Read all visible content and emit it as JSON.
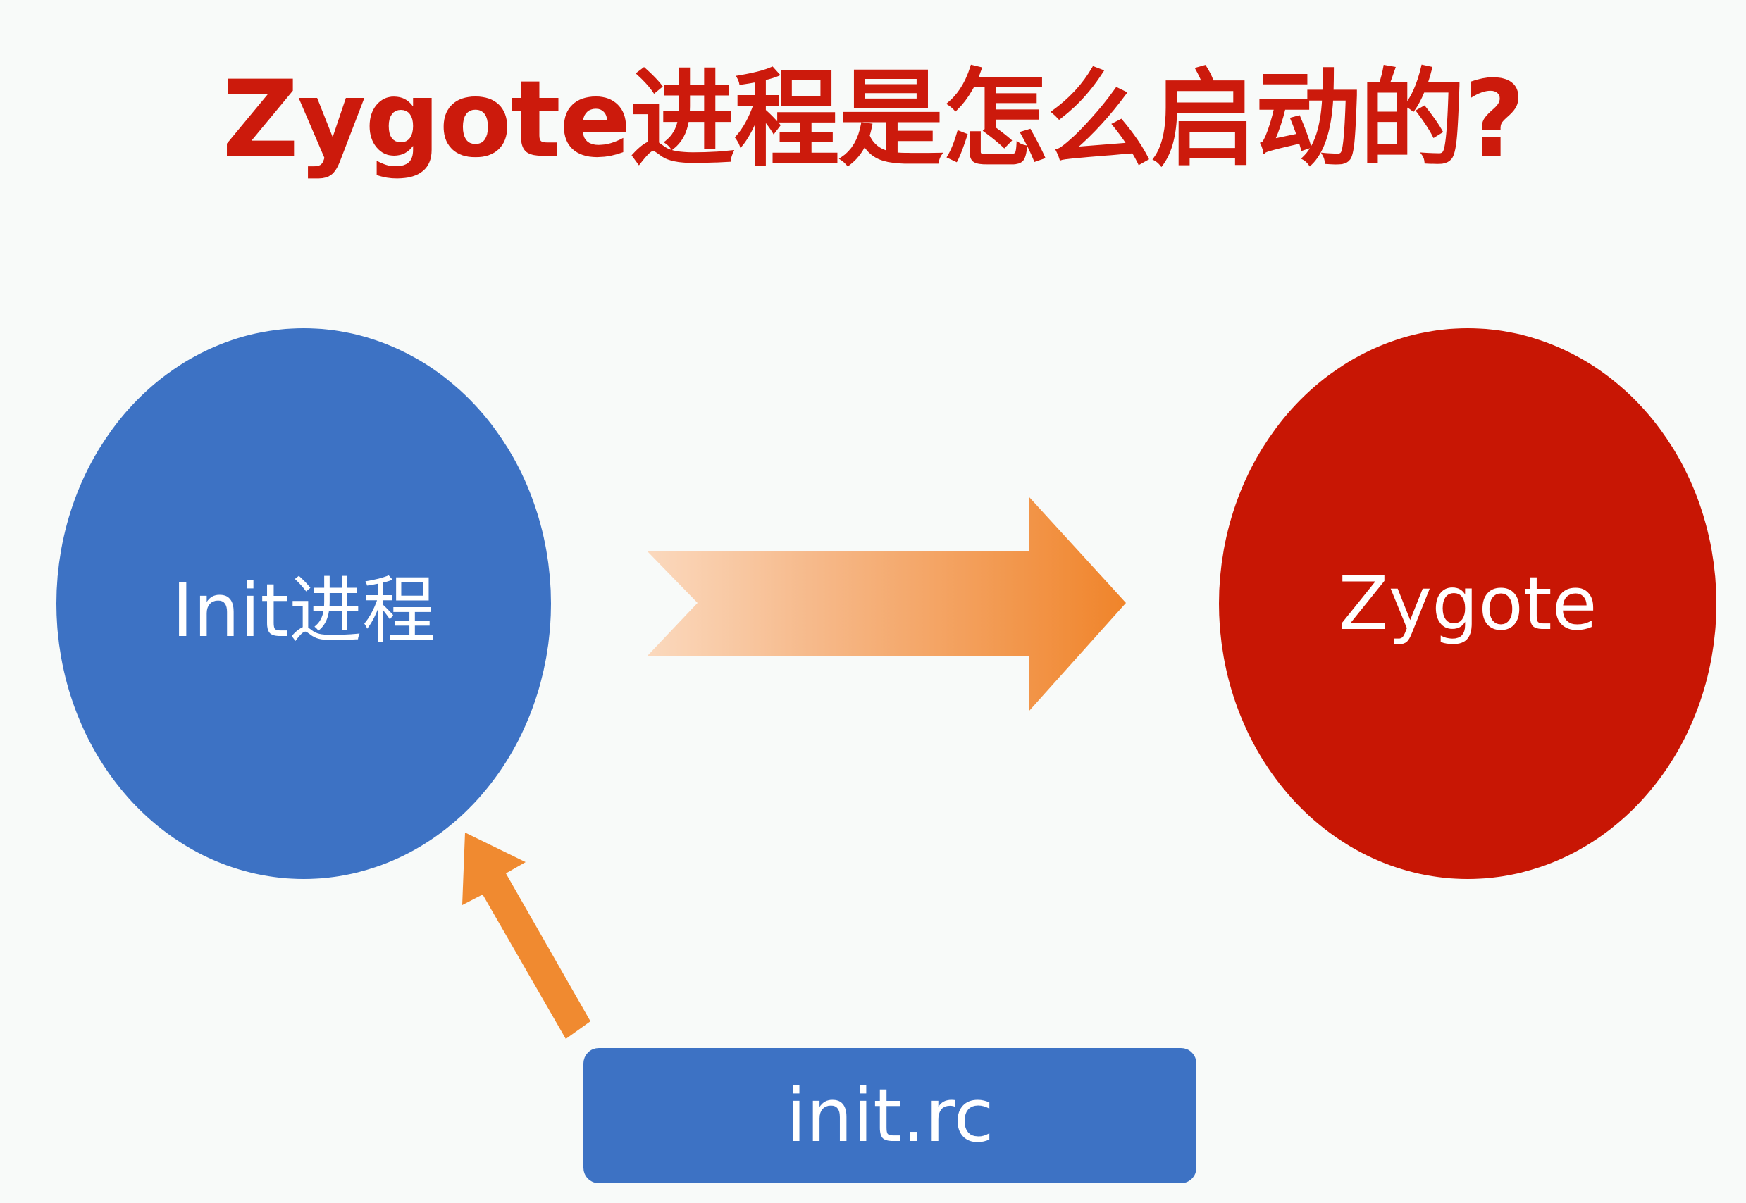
{
  "title": "Zygote进程是怎么启动的?",
  "nodes": {
    "init": {
      "label": "Init进程",
      "color": "#3d72c4"
    },
    "zygote": {
      "label": "Zygote",
      "color": "#c81604"
    }
  },
  "config": {
    "label": "init.rc",
    "color": "#3d72c4"
  },
  "edges": [
    {
      "from": "init",
      "to": "zygote",
      "style": "chevron-gradient",
      "color_start": "#fad2b4",
      "color_end": "#f08a30"
    },
    {
      "from": "config",
      "to": "init",
      "style": "solid",
      "color": "#f08a30"
    }
  ],
  "colors": {
    "title": "#cc1a0c",
    "background": "#f8faf9"
  }
}
